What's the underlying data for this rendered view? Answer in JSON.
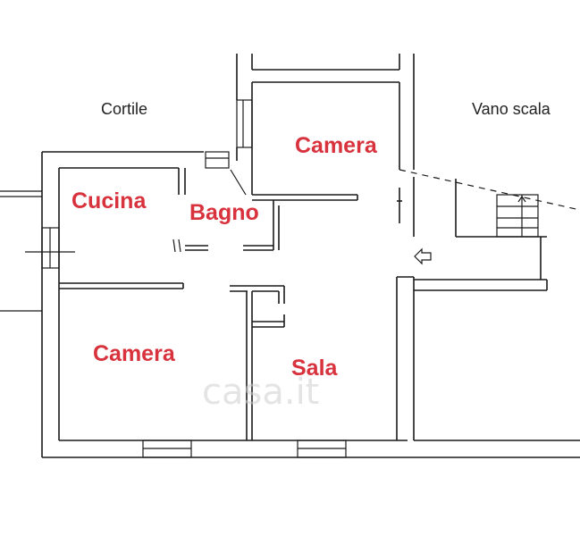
{
  "floorplan": {
    "rooms": {
      "camera_top": "Camera",
      "cucina": "Cucina",
      "bagno": "Bagno",
      "camera_left": "Camera",
      "sala": "Sala"
    },
    "areas": {
      "cortile": "Cortile",
      "vano_scala": "Vano scala"
    },
    "watermark": "casa.it",
    "colors": {
      "room_label": "#d8323d",
      "walls": "#1a1a1a",
      "watermark": "#cfcfcf"
    }
  }
}
